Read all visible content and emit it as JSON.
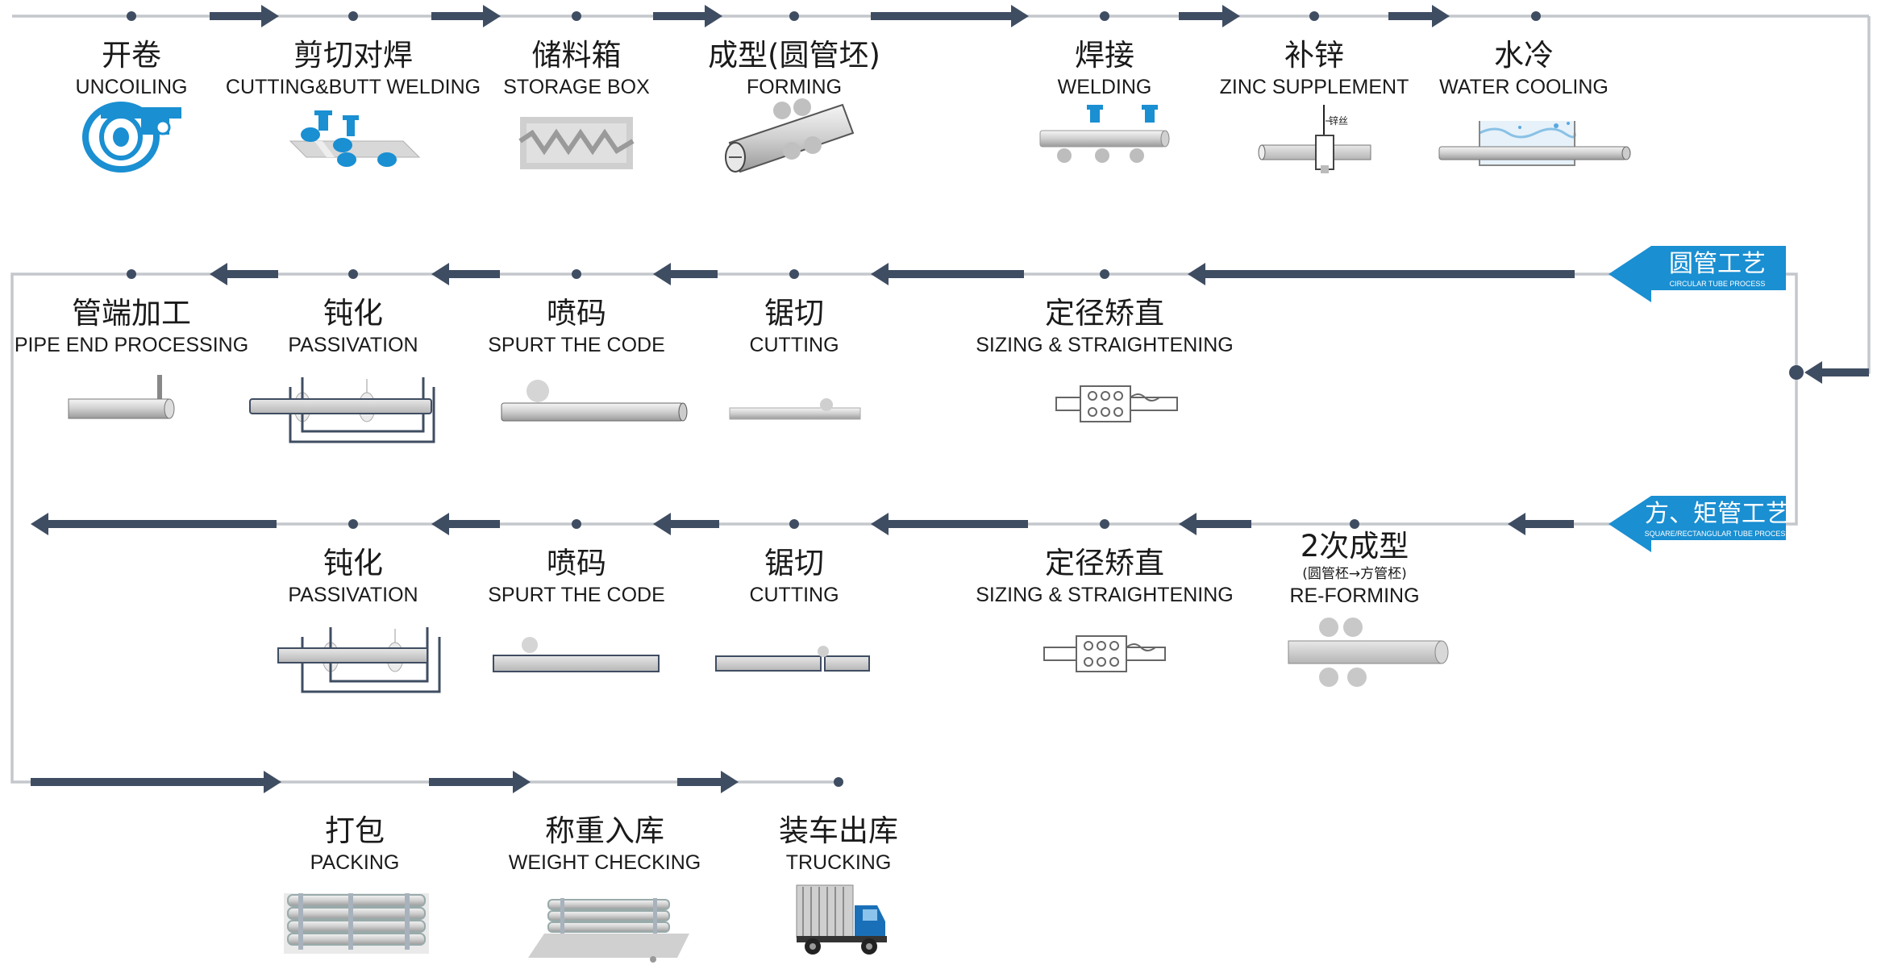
{
  "rows": {
    "top": [
      {
        "zh": "开卷",
        "en": "UNCOILING",
        "icon": "uncoiler-icon"
      },
      {
        "zh": "剪切对焊",
        "en": "CUTTING&BUTT WELDING",
        "icon": "butt-welder-icon"
      },
      {
        "zh": "储料箱",
        "en": "STORAGE BOX",
        "icon": "storage-box-icon"
      },
      {
        "zh": "成型(圆管坯)",
        "en": "FORMING",
        "icon": "forming-rollers-icon"
      },
      {
        "zh": "焊接",
        "en": "WELDING",
        "icon": "welding-icon"
      },
      {
        "zh": "补锌",
        "en": "ZINC SUPPLEMENT",
        "icon": "zinc-supplement-icon",
        "note": "锌丝"
      },
      {
        "zh": "水冷",
        "en": "WATER COOLING",
        "icon": "water-cooling-icon"
      }
    ],
    "circular": [
      {
        "zh": "管端加工",
        "en": "PIPE END PROCESSING",
        "icon": "pipe-end-icon"
      },
      {
        "zh": "钝化",
        "en": "PASSIVATION",
        "icon": "passivation-tank-icon"
      },
      {
        "zh": "喷码",
        "en": "SPURT THE CODE",
        "icon": "code-spray-icon"
      },
      {
        "zh": "锯切",
        "en": "CUTTING",
        "icon": "saw-cutting-icon"
      },
      {
        "zh": "定径矫直",
        "en": "SIZING & STRAIGHTENING",
        "icon": "sizing-rollers-icon"
      }
    ],
    "square": [
      {
        "zh": "钝化",
        "en": "PASSIVATION",
        "icon": "passivation-tank-icon"
      },
      {
        "zh": "喷码",
        "en": "SPURT THE CODE",
        "icon": "code-spray-icon"
      },
      {
        "zh": "锯切",
        "en": "CUTTING",
        "icon": "saw-cutting-icon"
      },
      {
        "zh": "定径矫直",
        "en": "SIZING & STRAIGHTENING",
        "icon": "sizing-rollers-icon"
      },
      {
        "zh": "2次成型",
        "sub": "(圆管柸→方管柸)",
        "en": "RE-FORMING",
        "icon": "reforming-rollers-icon"
      }
    ],
    "final": [
      {
        "zh": "打包",
        "en": "PACKING",
        "icon": "pipe-bundle-icon"
      },
      {
        "zh": "称重入库",
        "en": "WEIGHT CHECKING",
        "icon": "weighing-scale-icon"
      },
      {
        "zh": "装车出库",
        "en": "TRUCKING",
        "icon": "truck-icon"
      }
    ]
  },
  "branches": {
    "circular": {
      "zh": "圆管工艺",
      "en": "CIRCULAR TUBE PROCESS"
    },
    "square": {
      "zh": "方、矩管工艺",
      "en": "SQUARE/RECTANGULAR TUBE PROCESS"
    }
  },
  "colors": {
    "line": "#c4c7cc",
    "arrow": "#3f4d62",
    "dot": "#3f4d62",
    "accent": "#1a8fd2",
    "text": "#1a1a1a"
  }
}
